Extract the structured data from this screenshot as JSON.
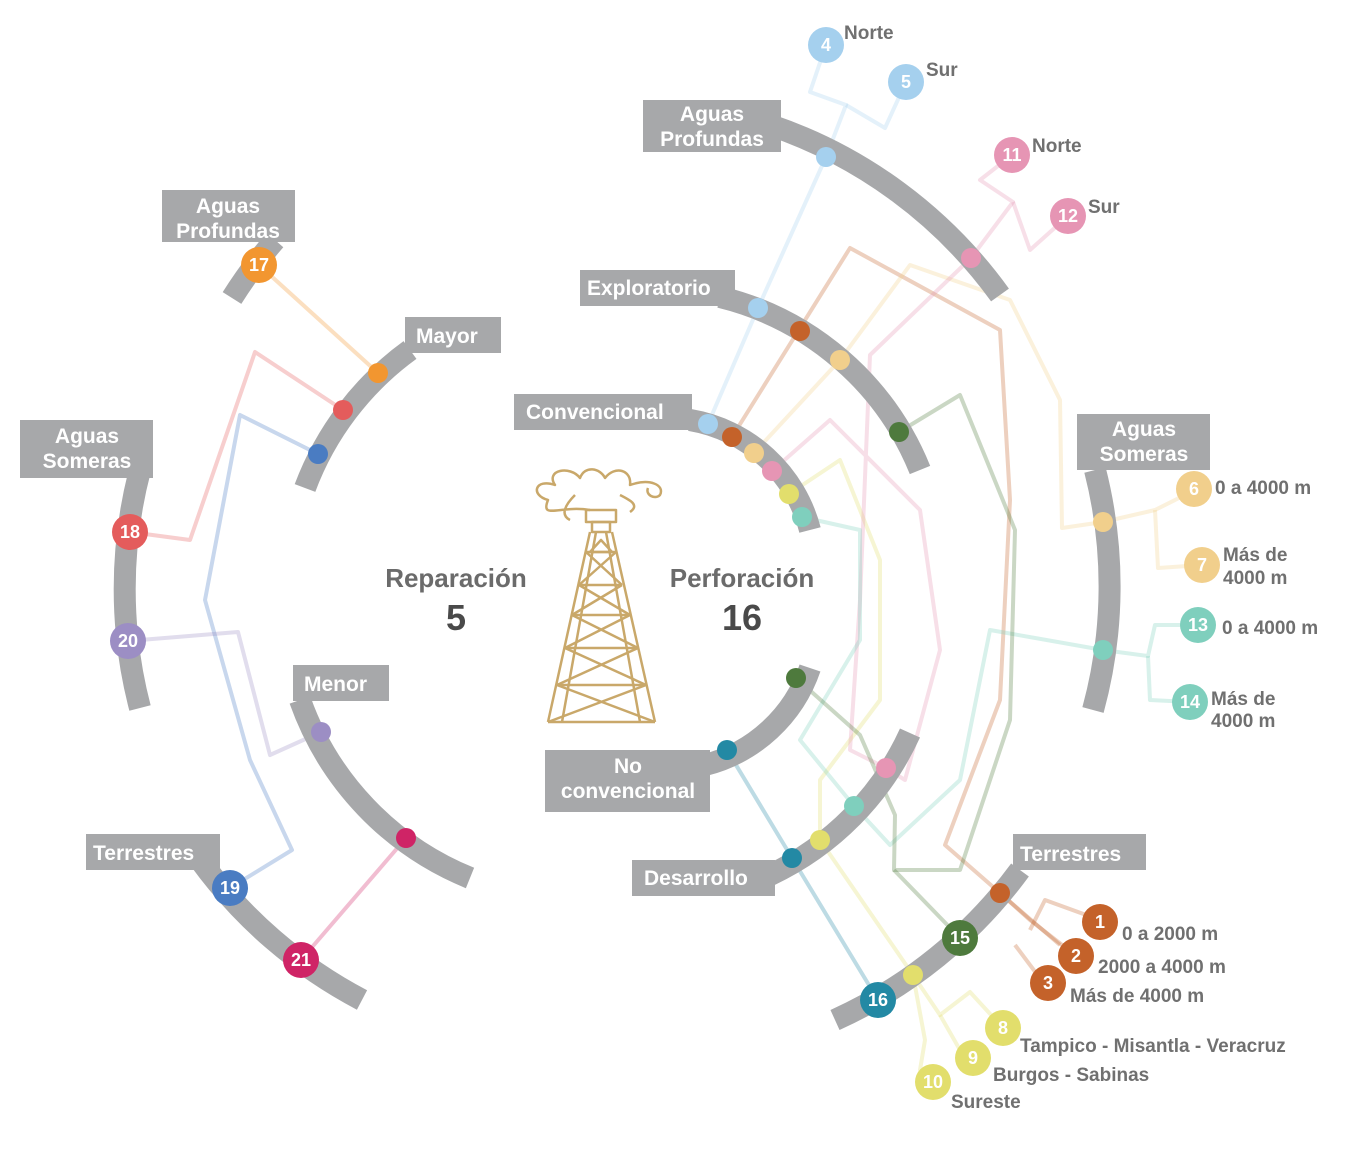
{
  "center": {
    "left_title": "Reparación",
    "left_value": "5",
    "right_title": "Perforación",
    "right_value": "16",
    "icon": "oil-derrick-icon"
  },
  "colors": {
    "ring": "#a7a8aa",
    "c1": "#c4622a",
    "c4": "#a5d0ee",
    "c6": "#f1cf8c",
    "c8": "#e2de6c",
    "c11": "#e695b4",
    "c13": "#7fcfbd",
    "c15": "#4e7a3d",
    "c16": "#2389a4",
    "c17": "#f29630",
    "c18": "#e45c5c",
    "c19": "#4a7cc2",
    "c20": "#9c8ec4",
    "c21": "#cf2466",
    "derrick": "#c9a86a"
  },
  "right_labels": {
    "convencional": "Convencional",
    "no_convencional_1": "No",
    "no_convencional_2": "convencional",
    "exploratorio": "Exploratorio",
    "desarrollo": "Desarrollo",
    "aguas_profundas_1": "Aguas",
    "aguas_profundas_2": "Profundas",
    "aguas_someras_1": "Aguas",
    "aguas_someras_2": "Someras",
    "terrestres": "Terrestres"
  },
  "left_labels": {
    "mayor": "Mayor",
    "menor": "Menor",
    "aguas_profundas_1": "Aguas",
    "aguas_profundas_2": "Profundas",
    "aguas_someras_1": "Aguas",
    "aguas_someras_2": "Someras",
    "terrestres": "Terrestres"
  },
  "leaves": {
    "n1": "1",
    "t1": "0 a 2000 m",
    "n2": "2",
    "t2": "2000 a 4000 m",
    "n3": "3",
    "t3": "Más de 4000 m",
    "n4": "4",
    "t4": "Norte",
    "n5": "5",
    "t5": "Sur",
    "n6": "6",
    "t6": "0 a 4000 m",
    "n7": "7",
    "t7a": "Más de",
    "t7b": "4000 m",
    "n8": "8",
    "t8": "Tampico - Misantla - Veracruz",
    "n9": "9",
    "t9": "Burgos - Sabinas",
    "n10": "10",
    "t10": "Sureste",
    "n11": "11",
    "t11": "Norte",
    "n12": "12",
    "t12": "Sur",
    "n13": "13",
    "t13": "0 a 4000 m",
    "n14": "14",
    "t14a": "Más de",
    "t14b": "4000 m",
    "n15": "15",
    "n16": "16",
    "n17": "17",
    "n18": "18",
    "n19": "19",
    "n20": "20",
    "n21": "21"
  }
}
